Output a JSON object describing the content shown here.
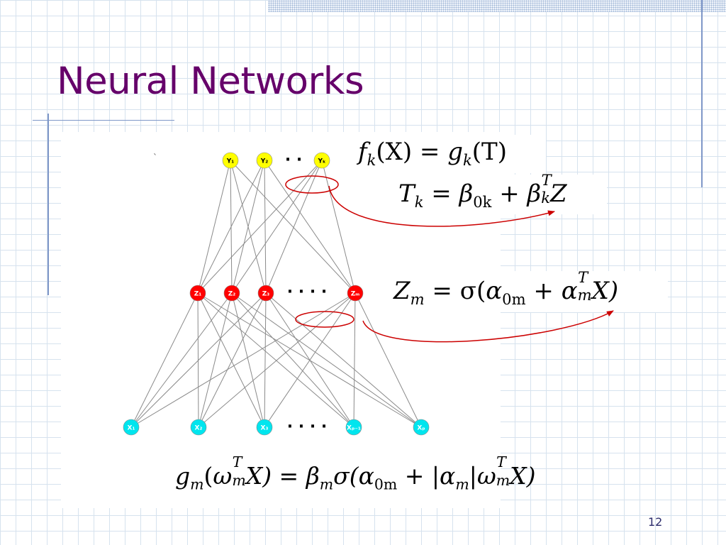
{
  "slide": {
    "title": "Neural Networks",
    "page_number": "12"
  },
  "network": {
    "output_labels": [
      "Y₁",
      "Y₂",
      "Yₖ"
    ],
    "hidden_labels": [
      "Z₁",
      "Z₂",
      "Z₃",
      "Zₘ"
    ],
    "input_labels": [
      "X₁",
      "X₂",
      "X₃",
      "Xₚ₋₁",
      "Xₚ"
    ],
    "output_dots": "· ·",
    "hidden_dots": "· · · ·",
    "input_dots": "· · · ·",
    "stray_mark": "`"
  },
  "equations": {
    "f": {
      "lhs_f": "f",
      "lhs_k": "k",
      "lhs_arg": "(X) = ",
      "rhs_g": "g",
      "rhs_k": "k",
      "rhs_arg": "(T)"
    },
    "t": {
      "t": "T",
      "tk": "k",
      "eq": " = ",
      "b": "β",
      "b_sub": "0k",
      "plus": " + ",
      "b2": "β",
      "b2_sup": "T",
      "b2_sub": "k",
      "z": "Z"
    },
    "z": {
      "z": "Z",
      "zm": "m",
      "eq": " = σ(",
      "a": "α",
      "a_sub": "0m",
      "plus": " + ",
      "a2": "α",
      "a2_sup": "T",
      "a2_sub": "m",
      "x": "X)"
    },
    "g": {
      "g": "g",
      "gm": "m",
      "open": "(",
      "w": "ω",
      "w_sup": "T",
      "w_sub": "m",
      "x1": "X) = ",
      "b": "β",
      "b_sub": "m",
      "sig": "σ(",
      "a": "α",
      "a_sub": "0m",
      "plus": " + |",
      "a2": "α",
      "a2_sub": "m",
      "bar": "|",
      "w2": "ω",
      "w2_sup": "T",
      "w2_sub": "m",
      "x2": "X)"
    }
  },
  "colors": {
    "title": "#66006a",
    "output_node": "#ffff00",
    "hidden_node": "#ff0000",
    "input_node": "#00e5ee",
    "annotation": "#cc0000",
    "edge": "#8a8a8a",
    "grid": "#d6e2ee"
  }
}
